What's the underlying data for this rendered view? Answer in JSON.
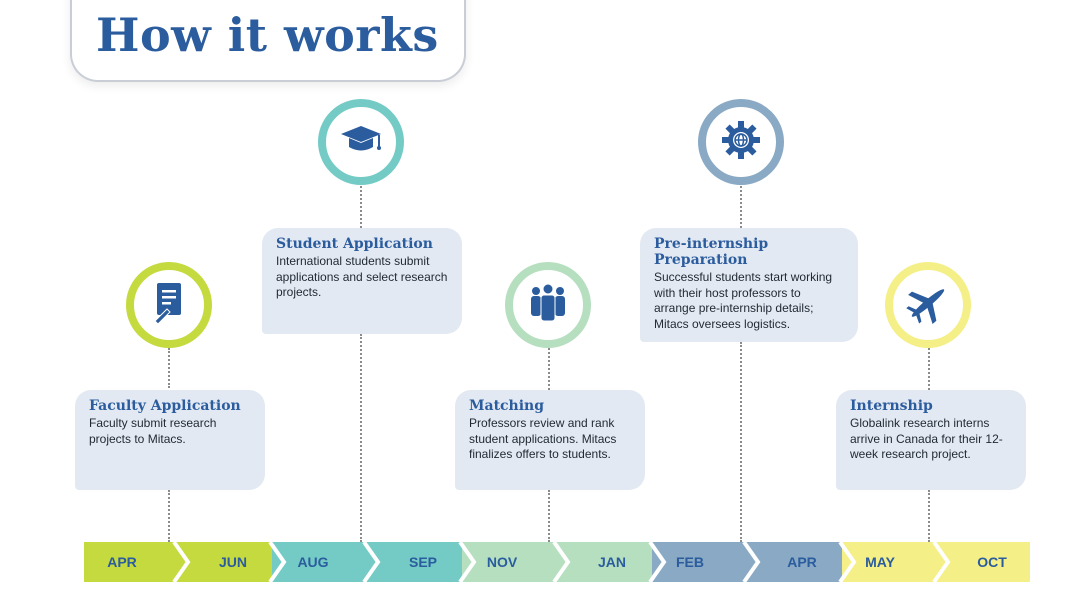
{
  "title": "How it works",
  "steps": [
    {
      "title": "Faculty Application",
      "text": "Faculty submit research projects to Mitacs.",
      "icon": "document-icon",
      "color": "#c5da3f"
    },
    {
      "title": "Student Application",
      "text": "International students submit applications and select research projects.",
      "icon": "graduation-cap-icon",
      "color": "#74cbc6"
    },
    {
      "title": "Matching",
      "text": "Professors review and rank student applications. Mitacs finalizes offers to students.",
      "icon": "people-icon",
      "color": "#b6dfc0"
    },
    {
      "title": "Pre-internship Preparation",
      "text": "Successful students start working with their host professors to arrange pre-internship details; Mitacs oversees logistics.",
      "icon": "gear-globe-icon",
      "color": "#89a9c4"
    },
    {
      "title": "Internship",
      "text": "Globalink research interns arrive in Canada for their 12-week research project.",
      "icon": "airplane-icon",
      "color": "#f4ef86"
    }
  ],
  "timeline": {
    "months": [
      "APR",
      "JUN",
      "AUG",
      "SEP",
      "NOV",
      "JAN",
      "FEB",
      "APR",
      "MAY",
      "OCT"
    ],
    "segment_colors": [
      "#c5da3f",
      "#74cbc6",
      "#b6dfc0",
      "#89a9c4",
      "#f4ef86"
    ]
  },
  "colors": {
    "title": "#2a5c9e",
    "icon": "#2a5c9e",
    "card": "#e3e9f2"
  }
}
